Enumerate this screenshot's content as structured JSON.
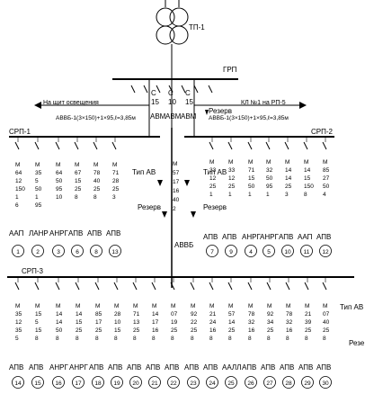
{
  "transformer": {
    "label": "ТП-1"
  },
  "grp": {
    "label": "ГРП"
  },
  "breakers_top": [
    {
      "pos": "C",
      "num": "15"
    },
    {
      "pos": "C",
      "num": "10"
    },
    {
      "pos": "C",
      "num": "15"
    }
  ],
  "feeders": {
    "left_label": "На щит освещения",
    "left_cable": "АВВБ-1(3×150)+1×95,ℓ=3,85м",
    "right_label": "КЛ №1 на РП-5",
    "right_cable": "АВВБ-1(3×150)+1×95,ℓ=3,85м",
    "reserve_label": "Резерв",
    "avm_labels": [
      "АВМ",
      "АВМ",
      "АВМ"
    ]
  },
  "legend": {
    "type_av": "Тип АВ",
    "reserve": "Резерв"
  },
  "vertical_cable": "АВВБ",
  "panels": {
    "srp1": {
      "label": "СРП-1",
      "columns": [
        {
          "vals": [
            "М",
            "64",
            "12",
            "150",
            "1",
            "6"
          ],
          "type": "ААП",
          "num": "1"
        },
        {
          "vals": [
            "М",
            "35",
            "5",
            "50",
            "1",
            "95"
          ],
          "type": "ЛАНР",
          "num": "2"
        },
        {
          "vals": [
            "М",
            "64",
            "50",
            "95",
            "10"
          ],
          "type": "АНРГ",
          "num": "3"
        },
        {
          "vals": [
            "М",
            "67",
            "15",
            "25",
            "8"
          ],
          "type": "АПВ",
          "num": "6"
        },
        {
          "vals": [
            "М",
            "78",
            "40",
            "25",
            "8"
          ],
          "type": "АПВ",
          "num": "8"
        },
        {
          "vals": [
            "М",
            "71",
            "28",
            "25",
            "3"
          ],
          "type": "АПВ",
          "num": "13"
        }
      ]
    },
    "srp2": {
      "label": "СРП-2",
      "columns": [
        {
          "vals": [
            "М",
            "33",
            "12",
            "25",
            "1"
          ],
          "type": "АПВ",
          "num": "7"
        },
        {
          "vals": [
            "М",
            "33",
            "12",
            "25",
            "1"
          ],
          "type": "АПВ",
          "num": "9"
        },
        {
          "vals": [
            "М",
            "71",
            "15",
            "50",
            "1"
          ],
          "type": "АНРГ",
          "num": "4"
        },
        {
          "vals": [
            "М",
            "32",
            "50",
            "95",
            "1"
          ],
          "type": "АНРГ",
          "num": "5"
        },
        {
          "vals": [
            "М",
            "14",
            "14",
            "25",
            "3"
          ],
          "type": "АПВ",
          "num": "10"
        },
        {
          "vals": [
            "М",
            "14",
            "15",
            "150",
            "8"
          ],
          "type": "ААП",
          "num": "11"
        },
        {
          "vals": [
            "М",
            "85",
            "27",
            "50",
            "4"
          ],
          "type": "АПВ",
          "num": "12"
        }
      ]
    },
    "center_col": {
      "vals": [
        "М",
        "57",
        "17",
        "16",
        "40",
        "2"
      ]
    },
    "srp3": {
      "label": "СРП-3",
      "columns": [
        {
          "vals": [
            "М",
            "35",
            "12",
            "35",
            "5"
          ],
          "type": "АПВ",
          "num": "14"
        },
        {
          "vals": [
            "М",
            "15",
            "5",
            "15",
            "8"
          ],
          "type": "АПВ",
          "num": "15"
        },
        {
          "vals": [
            "М",
            "14",
            "14",
            "50",
            "8"
          ],
          "type": "АНРГ",
          "num": "16"
        },
        {
          "vals": [
            "М",
            "14",
            "15",
            "25",
            "8"
          ],
          "type": "АНРГ",
          "num": "17"
        },
        {
          "vals": [
            "М",
            "85",
            "17",
            "25",
            "8"
          ],
          "type": "АПВ",
          "num": "18"
        },
        {
          "vals": [
            "М",
            "28",
            "10",
            "15",
            "8"
          ],
          "type": "АПВ",
          "num": "19"
        },
        {
          "vals": [
            "М",
            "71",
            "13",
            "25",
            "8"
          ],
          "type": "АПВ",
          "num": "20"
        },
        {
          "vals": [
            "М",
            "14",
            "17",
            "16",
            "8"
          ],
          "type": "АПВ",
          "num": "21"
        },
        {
          "vals": [
            "М",
            "07",
            "19",
            "25",
            "8"
          ],
          "type": "АПВ",
          "num": "22"
        },
        {
          "vals": [
            "М",
            "92",
            "22",
            "25",
            "8"
          ],
          "type": "АПВ",
          "num": "23"
        },
        {
          "vals": [
            "М",
            "21",
            "24",
            "16",
            "8"
          ],
          "type": "АПВ",
          "num": "24"
        },
        {
          "vals": [
            "М",
            "57",
            "14",
            "25",
            "8"
          ],
          "type": "ААЛЛ",
          "num": "25"
        },
        {
          "vals": [
            "М",
            "78",
            "32",
            "16",
            "8"
          ],
          "type": "АПВ",
          "num": "26"
        },
        {
          "vals": [
            "М",
            "92",
            "34",
            "25",
            "8"
          ],
          "type": "АПВ",
          "num": "27"
        },
        {
          "vals": [
            "М",
            "78",
            "32",
            "16",
            "8"
          ],
          "type": "АПВ",
          "num": "28"
        },
        {
          "vals": [
            "М",
            "21",
            "39",
            "25",
            "8"
          ],
          "type": "АПВ",
          "num": "29"
        },
        {
          "vals": [
            "М",
            "07",
            "40",
            "25",
            "8"
          ],
          "type": "АПВ",
          "num": "30"
        }
      ],
      "type_av": "Тип АВ",
      "reserve": "Резе"
    }
  }
}
